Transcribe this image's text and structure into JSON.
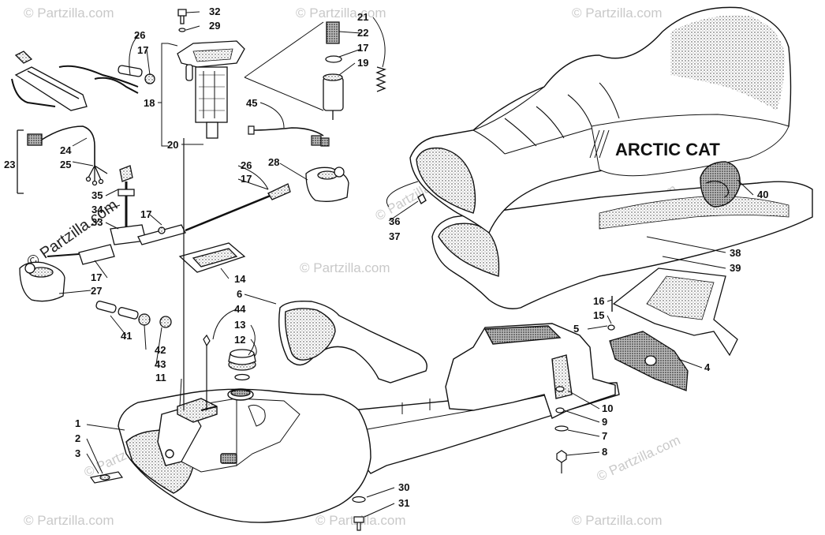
{
  "diagram": {
    "brand_text": "ARCTIC CAT",
    "watermark_text": "© Partzilla.com",
    "watermark_strong_text": "© Partzilla.com",
    "callouts": [
      {
        "id": "32",
        "label": "32"
      },
      {
        "id": "29",
        "label": "29"
      },
      {
        "id": "26a",
        "label": "26"
      },
      {
        "id": "17a",
        "label": "17"
      },
      {
        "id": "18",
        "label": "18"
      },
      {
        "id": "20",
        "label": "20"
      },
      {
        "id": "24",
        "label": "24"
      },
      {
        "id": "25",
        "label": "25"
      },
      {
        "id": "23",
        "label": "23"
      },
      {
        "id": "35",
        "label": "35"
      },
      {
        "id": "34",
        "label": "34"
      },
      {
        "id": "33",
        "label": "33"
      },
      {
        "id": "17b",
        "label": "17"
      },
      {
        "id": "17c",
        "label": "17"
      },
      {
        "id": "27",
        "label": "27"
      },
      {
        "id": "41",
        "label": "41"
      },
      {
        "id": "42",
        "label": "42"
      },
      {
        "id": "43",
        "label": "43"
      },
      {
        "id": "11",
        "label": "11"
      },
      {
        "id": "1",
        "label": "1"
      },
      {
        "id": "2",
        "label": "2"
      },
      {
        "id": "3",
        "label": "3"
      },
      {
        "id": "21",
        "label": "21"
      },
      {
        "id": "22",
        "label": "22"
      },
      {
        "id": "17d",
        "label": "17"
      },
      {
        "id": "19",
        "label": "19"
      },
      {
        "id": "45",
        "label": "45"
      },
      {
        "id": "26b",
        "label": "26"
      },
      {
        "id": "17e",
        "label": "17"
      },
      {
        "id": "28",
        "label": "28"
      },
      {
        "id": "14",
        "label": "14"
      },
      {
        "id": "6",
        "label": "6"
      },
      {
        "id": "44",
        "label": "44"
      },
      {
        "id": "13",
        "label": "13"
      },
      {
        "id": "12",
        "label": "12"
      },
      {
        "id": "36",
        "label": "36"
      },
      {
        "id": "37",
        "label": "37"
      },
      {
        "id": "40",
        "label": "40"
      },
      {
        "id": "38",
        "label": "38"
      },
      {
        "id": "39",
        "label": "39"
      },
      {
        "id": "16",
        "label": "16"
      },
      {
        "id": "15",
        "label": "15"
      },
      {
        "id": "5",
        "label": "5"
      },
      {
        "id": "4",
        "label": "4"
      },
      {
        "id": "10",
        "label": "10"
      },
      {
        "id": "9",
        "label": "9"
      },
      {
        "id": "7",
        "label": "7"
      },
      {
        "id": "8",
        "label": "8"
      },
      {
        "id": "30",
        "label": "30"
      },
      {
        "id": "31",
        "label": "31"
      }
    ]
  }
}
